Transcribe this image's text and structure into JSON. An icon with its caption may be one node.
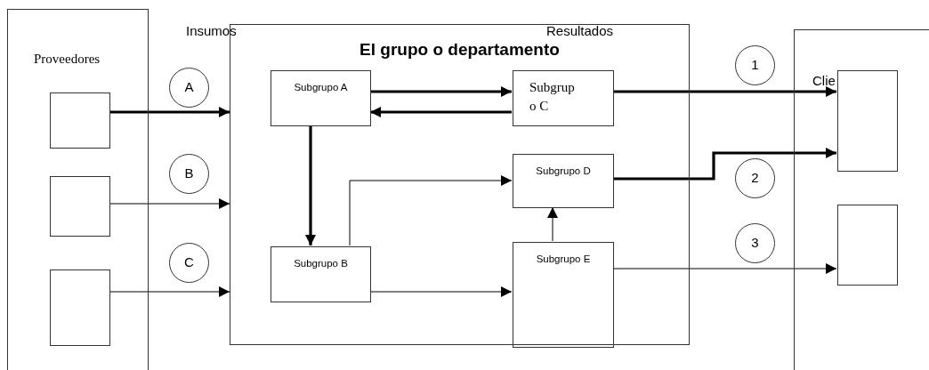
{
  "diagram": {
    "nodes": [
      {
        "text": [
          "Proveedores"
        ]
      },
      {
        "text": [],
        "shape": "box",
        "in": 0
      },
      {
        "text": [],
        "shape": "box",
        "in": 0
      },
      {
        "text": [],
        "shape": "box",
        "in": 0
      },
      {
        "text": [
          "El grupo o departamento"
        ]
      },
      {
        "text": [
          "Subgrupo A"
        ],
        "in": 4
      },
      {
        "text": [
          "Subgrup o C"
        ],
        "in": 4
      },
      {
        "text": [
          "Subgrupo D"
        ],
        "in": 4
      },
      {
        "text": [
          "Subgrupo B"
        ],
        "in": 4
      },
      {
        "text": [
          "Subgrupo E"
        ],
        "in": 4
      },
      {
        "text": [
          "Clie"
        ]
      },
      {
        "text": [],
        "shape": "box",
        "in": 10
      },
      {
        "text": [],
        "shape": "box",
        "in": 10
      },
      {
        "text": [
          "A"
        ]
      },
      {
        "text": [
          "B"
        ]
      },
      {
        "text": [
          "C"
        ]
      },
      {
        "text": [
          "1"
        ]
      },
      {
        "text": [
          "2"
        ]
      },
      {
        "text": [
          "3"
        ]
      }
    ],
    "edges": [
      {
        "from": 1,
        "to": 4,
        "arrow": "to",
        "style": "thick"
      },
      {
        "from": 2,
        "to": 4,
        "arrow": "to"
      },
      {
        "from": 3,
        "to": 4,
        "arrow": "to"
      },
      {
        "from": 5,
        "to": 6,
        "arrow": "to",
        "style": "thick"
      },
      {
        "from": 6,
        "to": 5,
        "arrow": "to",
        "style": "thick"
      },
      {
        "from": 5,
        "to": 8,
        "arrow": "to",
        "style": "thick"
      },
      {
        "from": 8,
        "to": 7,
        "arrow": "to"
      },
      {
        "from": 8,
        "to": 9,
        "arrow": "to"
      },
      {
        "from": 9,
        "to": 7,
        "arrow": "to"
      },
      {
        "from": 6,
        "to": 11,
        "arrow": "to",
        "style": "thick"
      },
      {
        "from": 7,
        "to": 11,
        "arrow": "to",
        "style": "thick"
      },
      {
        "from": 9,
        "to": 12,
        "arrow": "to"
      }
    ],
    "labels": [
      "Insumos",
      "Resultados"
    ]
  }
}
